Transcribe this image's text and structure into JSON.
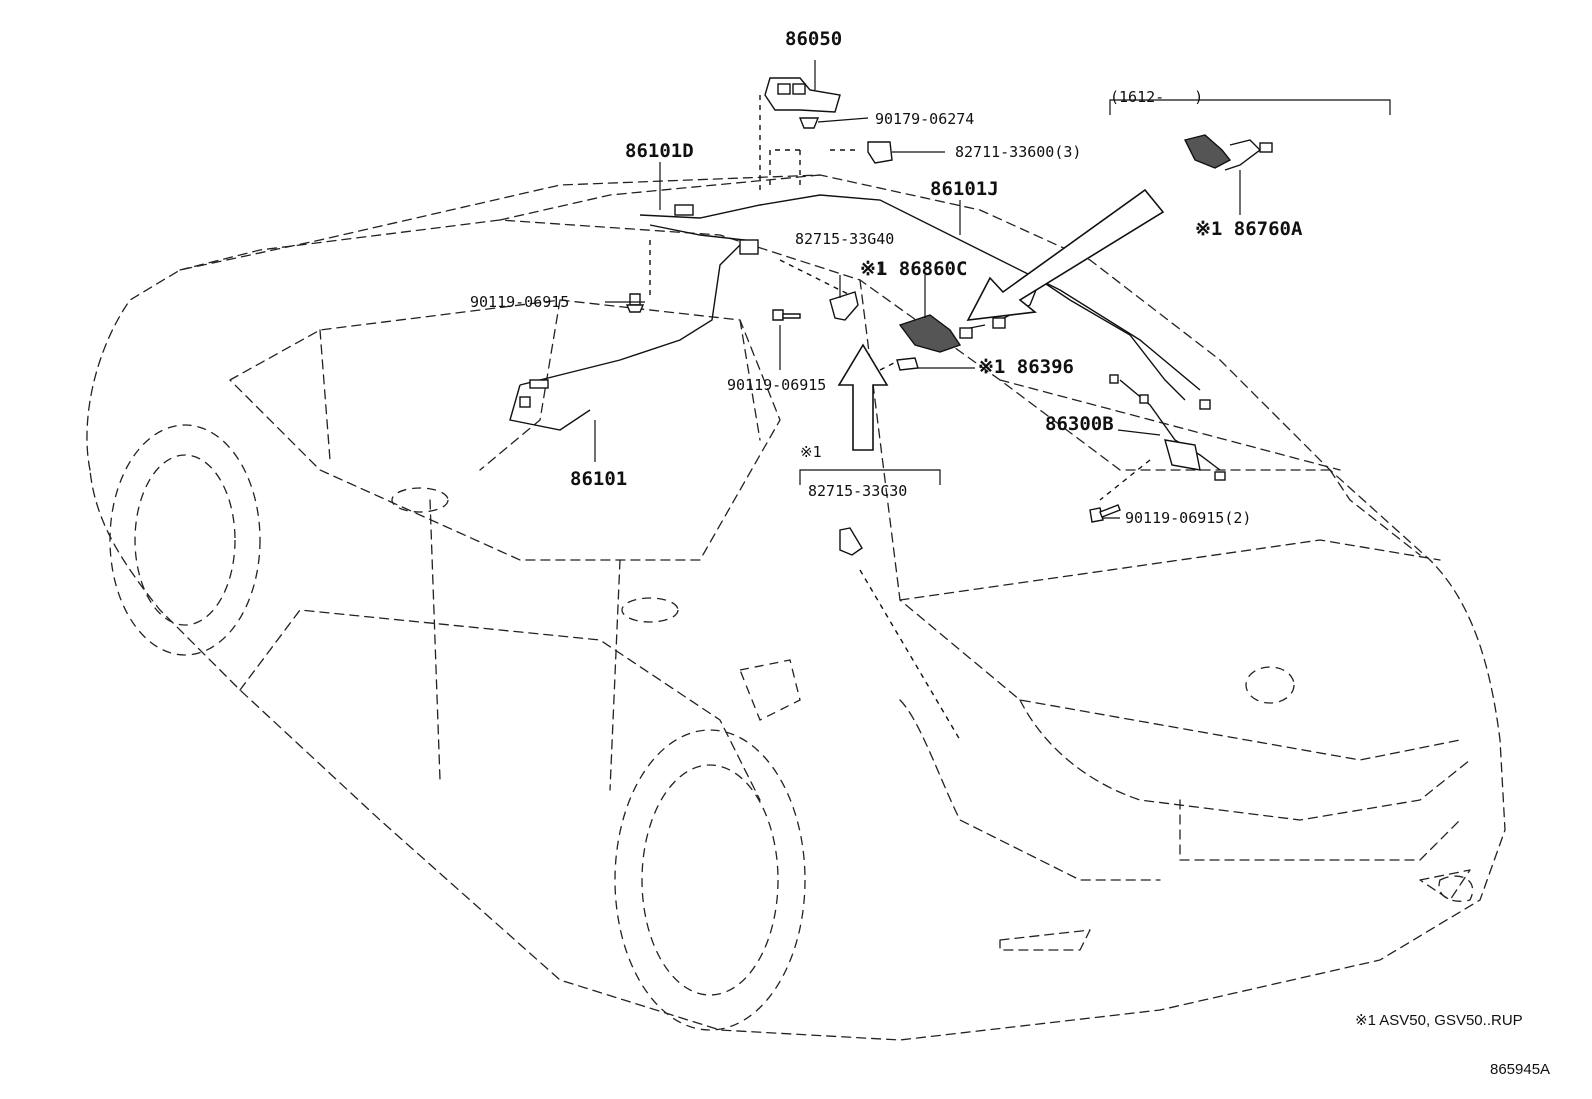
{
  "labels": {
    "p86050": "86050",
    "p90179_06274": "90179-06274",
    "p82711_33600": "82711-33600(3)",
    "p86101D": "86101D",
    "p86101J": "86101J",
    "range_1612": "(1612-　　)",
    "p86760A": "※1 86760A",
    "p82715_33G40": "82715-33G40",
    "p86860C": "※1 86860C",
    "p90119_06915_a": "90119-06915",
    "p90119_06915_b": "90119-06915",
    "p86396": "※1 86396",
    "p86300B": "86300B",
    "ref1": "※1",
    "p82715_33C30": "82715-33C30",
    "p86101": "86101",
    "p90119_06915_2": "90119-06915(2)",
    "footnote": "※1 ASV50, GSV50..RUP",
    "diagram_id": "865945A"
  }
}
